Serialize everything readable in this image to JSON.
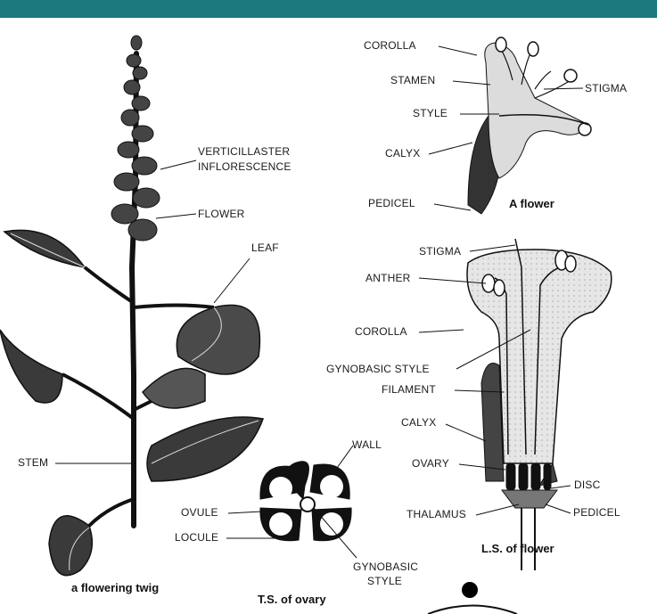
{
  "header": {
    "bar_color": "#1a7a7e"
  },
  "twig": {
    "caption": "a flowering twig",
    "labels": {
      "verticillaster": "VERTICILLASTER",
      "inflorescence": "INFLORESCENCE",
      "flower": "FLOWER",
      "leaf": "LEAF",
      "stem": "STEM"
    }
  },
  "flower": {
    "caption": "A flower",
    "labels": {
      "corolla": "COROLLA",
      "stamen": "STAMEN",
      "stigma": "STIGMA",
      "style": "STYLE",
      "calyx": "CALYX",
      "pedicel": "PEDICEL"
    }
  },
  "ls_flower": {
    "caption": "L.S. of flower",
    "labels": {
      "stigma": "STIGMA",
      "anther": "ANTHER",
      "corolla": "COROLLA",
      "gynobasic_style": "GYNOBASIC STYLE",
      "filament": "FILAMENT",
      "calyx": "CALYX",
      "ovary": "OVARY",
      "disc": "DISC",
      "thalamus": "THALAMUS",
      "pedicel": "PEDICEL"
    }
  },
  "ts_ovary": {
    "caption": "T.S. of ovary",
    "labels": {
      "wall": "WALL",
      "ovule": "OVULE",
      "locule": "LOCULE",
      "gynobasic": "GYNOBASIC",
      "style": "STYLE"
    }
  }
}
